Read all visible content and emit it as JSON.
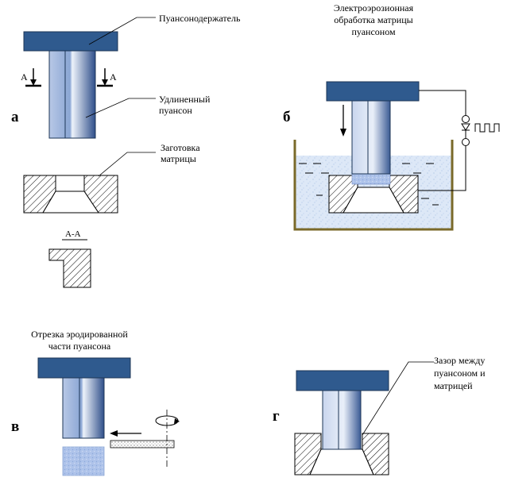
{
  "labels": {
    "holder": "Пуансонодержатель",
    "punch_line1": "Удлиненный",
    "punch_line2": "пуансон",
    "blank_line1": "Заготовка",
    "blank_line2": "матрицы",
    "section_mark": "А",
    "section_title": "А-А"
  },
  "panels": {
    "a": "а",
    "b": "б",
    "v": "в",
    "g": "г"
  },
  "edm_title": [
    "Электроэрозионная",
    "обработка матрицы",
    "пуансоном"
  ],
  "cutoff_title": [
    "Отрезка эродированной",
    "части пуансона"
  ],
  "gap_title": [
    "Зазор между",
    "пуансоном и",
    "матрицей"
  ],
  "colors": {
    "holder": "#2f5a8e",
    "punch_light": "#b8c8e6",
    "punch_mid": "#7f9fd0",
    "punch_dark": "#2f4f8a",
    "bath": "#7a6a2a",
    "liquid": "#dde8f7",
    "eroded": "#a9c0ec"
  }
}
